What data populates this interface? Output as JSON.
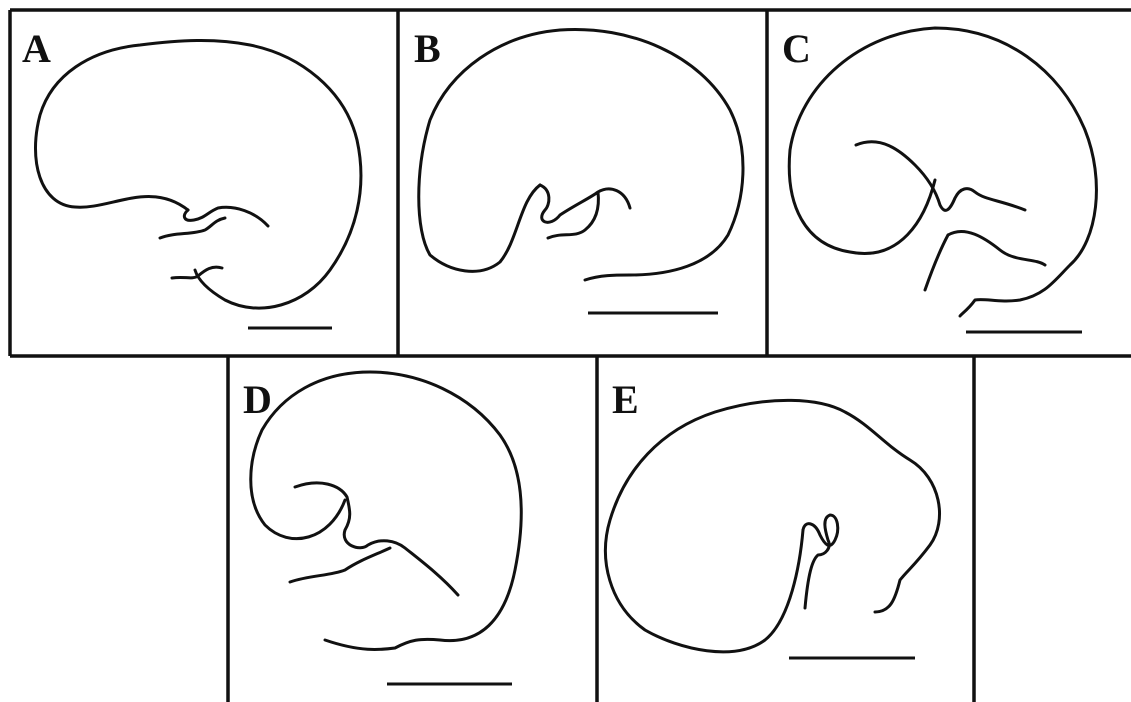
{
  "figure": {
    "panels": [
      {
        "id": "A",
        "label": "A"
      },
      {
        "id": "B",
        "label": "B"
      },
      {
        "id": "C",
        "label": "C"
      },
      {
        "id": "D",
        "label": "D"
      },
      {
        "id": "E",
        "label": "E"
      }
    ],
    "colors": {
      "line": "#111111",
      "background": "#ffffff"
    }
  }
}
